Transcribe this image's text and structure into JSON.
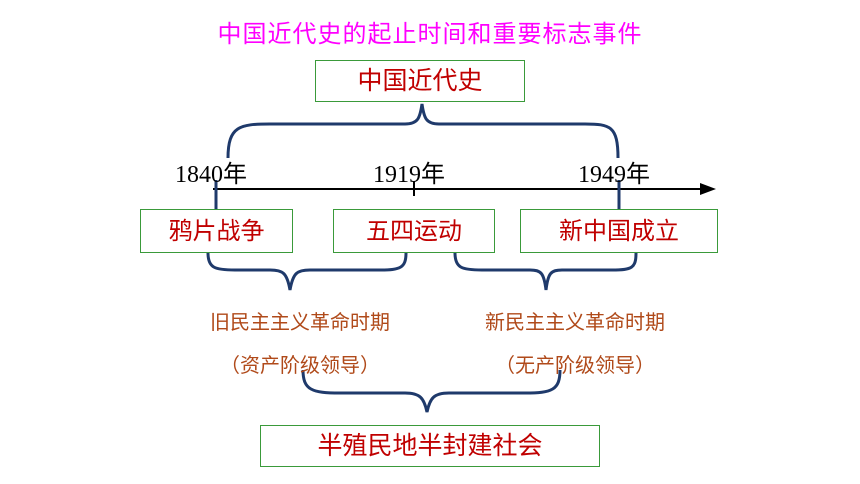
{
  "title": "中国近代史的起止时间和重要标志事件",
  "period": "中国近代史",
  "years": [
    "1840年",
    "1919年",
    "1949年"
  ],
  "events": [
    "鸦片战争",
    "五四运动",
    "新中国成立"
  ],
  "periods": [
    {
      "name": "旧民主主义革命时期",
      "leader": "（资产阶级领导）"
    },
    {
      "name": "新民主主义革命时期",
      "leader": "（无产阶级领导）"
    }
  ],
  "society": "半殖民地半封建社会",
  "colors": {
    "title": "#ff00ff",
    "box_text": "#c00000",
    "box_border": "#3a9a3a",
    "period_text": "#b04a1a",
    "lines": "#1f3a6b"
  }
}
